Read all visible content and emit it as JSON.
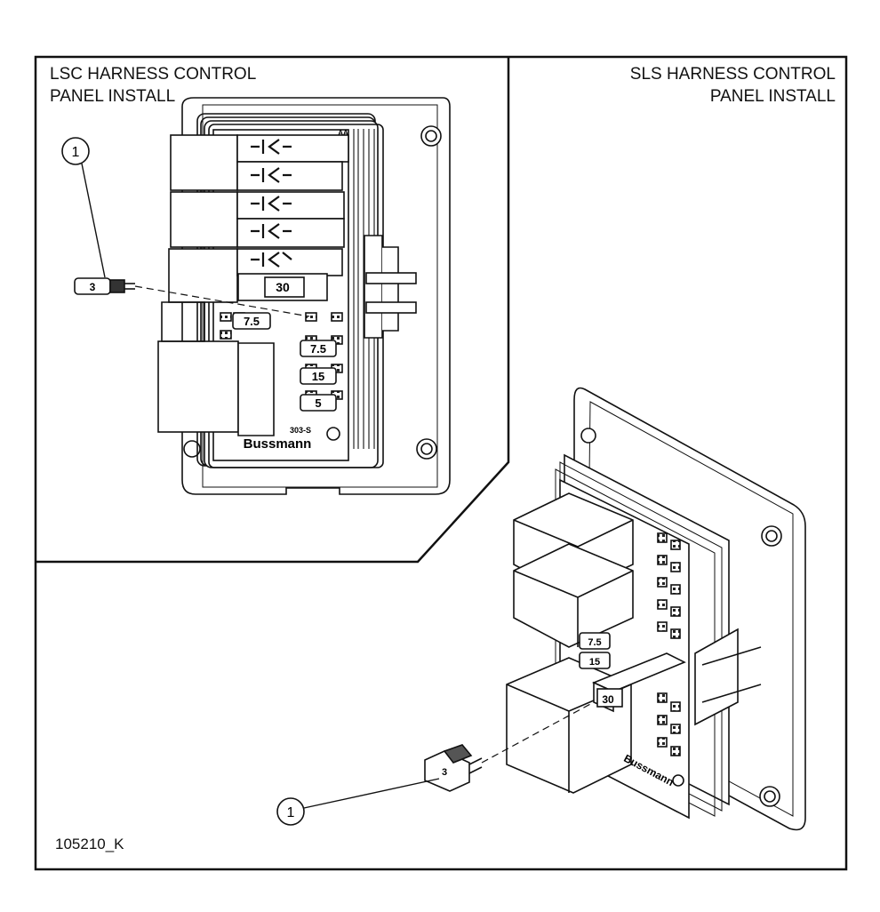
{
  "panels": {
    "left_title_line1": "LSC HARNESS CONTROL",
    "left_title_line2": "PANEL INSTALL",
    "right_title_line1": "SLS HARNESS CONTROL",
    "right_title_line2": "PANEL INSTALL"
  },
  "callouts": {
    "left": "1",
    "right": "1"
  },
  "fuse_labels": {
    "spare_fuse_left": "3",
    "spare_fuse_right": "3",
    "maxi_fuse_left": "30",
    "maxi_fuse_right": "30",
    "fuse_a": "7.5",
    "fuse_b": "7.5",
    "fuse_c": "15",
    "fuse_d": "5",
    "fuse_e": "7.5",
    "fuse_f": "15"
  },
  "brand": "Bussmann",
  "part_code": "303-S",
  "column_header": "AA",
  "doc_number": "105210_K"
}
